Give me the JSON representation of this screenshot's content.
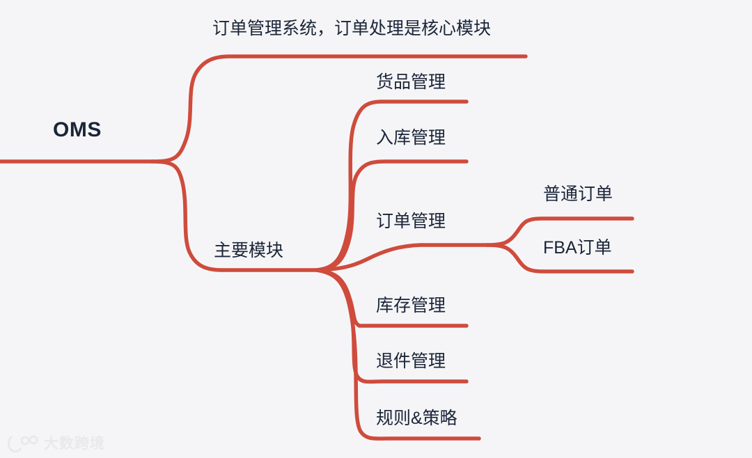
{
  "diagram": {
    "type": "mind-map",
    "title_text": "订单管理系统，订单处理是核心模块",
    "root": {
      "label": "OMS"
    },
    "branches": [
      {
        "id": "title",
        "label": "订单管理系统，订单处理是核心模块"
      },
      {
        "id": "main-modules",
        "label": "主要模块"
      }
    ],
    "modules": [
      {
        "id": "goods",
        "label": "货品管理"
      },
      {
        "id": "inbound",
        "label": "入库管理"
      },
      {
        "id": "order",
        "label": "订单管理"
      },
      {
        "id": "inventory",
        "label": "库存管理"
      },
      {
        "id": "returns",
        "label": "退件管理"
      },
      {
        "id": "rules",
        "label": "规则&策略"
      }
    ],
    "order_children": [
      {
        "id": "normal-order",
        "label": "普通订单"
      },
      {
        "id": "fba-order",
        "label": "FBA订单"
      }
    ],
    "colors": {
      "background": "#f5f5f7",
      "branch": "#cf4b3c",
      "text": "#1b2538",
      "watermark": "#e2e2e6"
    }
  },
  "watermark": {
    "label": "大数跨境"
  }
}
